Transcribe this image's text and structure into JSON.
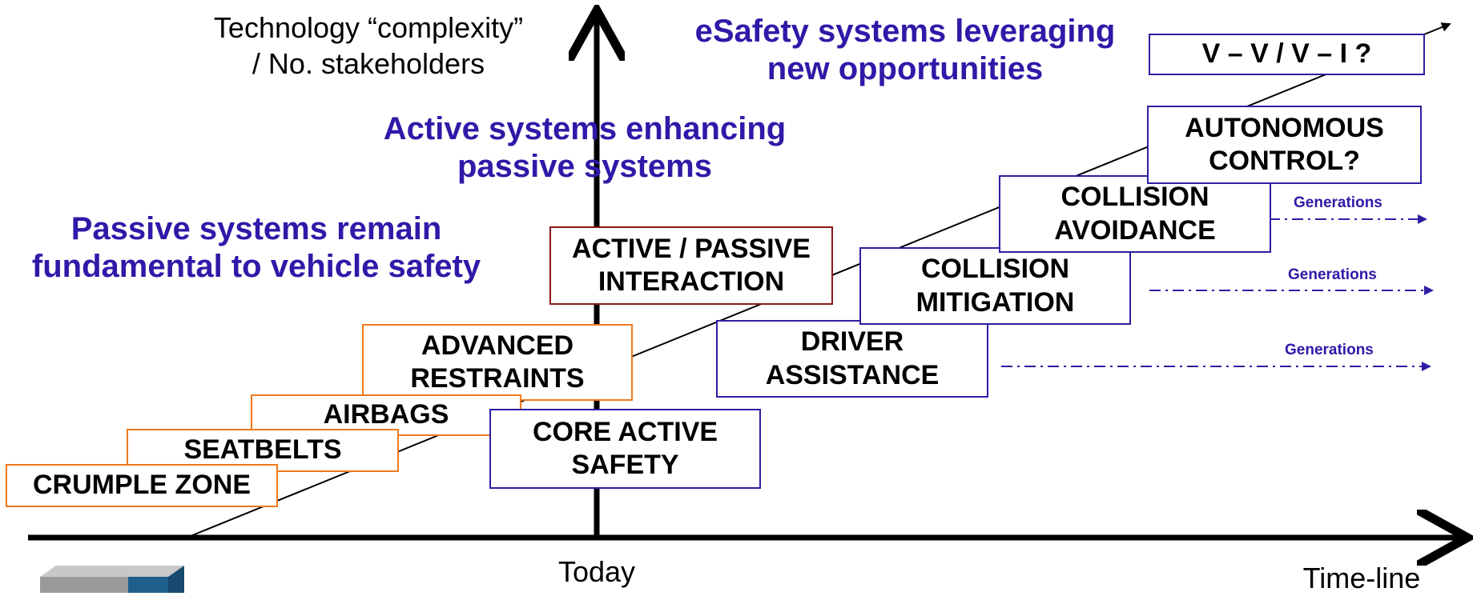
{
  "axes": {
    "y_label_line1": "Technology “complexity”",
    "y_label_line2": "/ No. stakeholders",
    "today_label": "Today",
    "x_label": "Time-line"
  },
  "headings": {
    "esafety": "eSafety systems leveraging\nnew opportunities",
    "active": "Active systems enhancing\npassive systems",
    "passive": "Passive systems remain\nfundamental to vehicle safety"
  },
  "boxes": {
    "crumple_zone": "CRUMPLE ZONE",
    "seatbelts": "SEATBELTS",
    "airbags": "AIRBAGS",
    "advanced_restraints": "ADVANCED\nRESTRAINTS",
    "active_passive": "ACTIVE / PASSIVE\nINTERACTION",
    "core_active": "CORE ACTIVE\nSAFETY",
    "driver_assistance": "DRIVER\nASSISTANCE",
    "collision_mitigation": "COLLISION\nMITIGATION",
    "collision_avoidance": "COLLISION\nAVOIDANCE",
    "autonomous": "AUTONOMOUS\nCONTROL?",
    "v2v": "V – V / V – I ?"
  },
  "generations": {
    "g1": "Generations",
    "g2": "Generations",
    "g3": "Generations"
  },
  "colors": {
    "passive_border": "#f07a1e",
    "active_border": "#2c1fa3",
    "interaction_border": "#8b1a1a",
    "heading_text": "#2e1aa8"
  }
}
